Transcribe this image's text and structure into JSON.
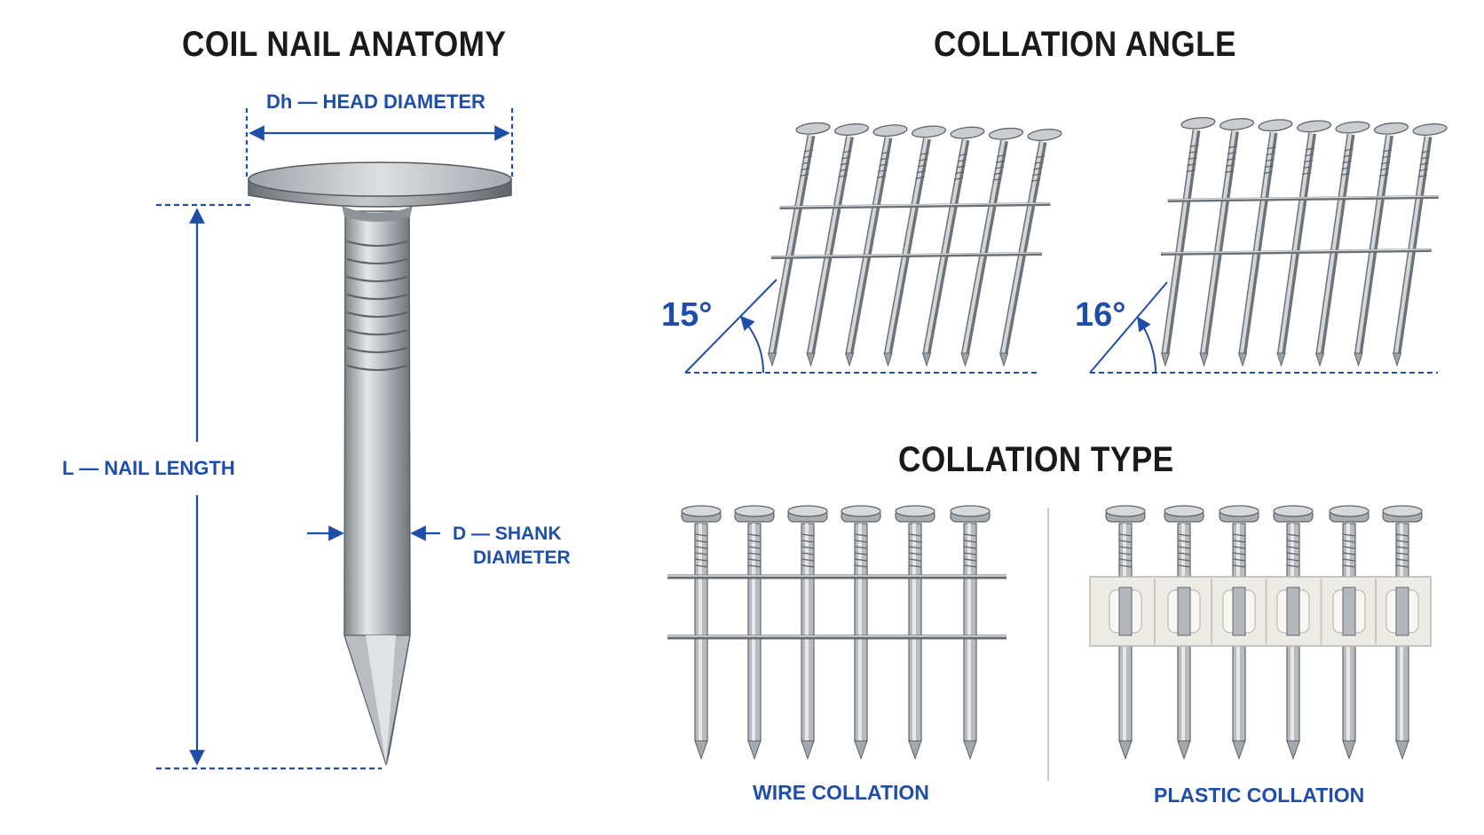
{
  "anatomy": {
    "title": "COIL NAIL ANATOMY",
    "head_diameter_label": "Dh — HEAD DIAMETER",
    "nail_length_label": "L — NAIL LENGTH",
    "shank_diameter_label_line1": "D — SHANK",
    "shank_diameter_label_line2": "DIAMETER"
  },
  "angle": {
    "title": "COLLATION ANGLE",
    "left_angle": "15°",
    "right_angle": "16°"
  },
  "type": {
    "title": "COLLATION TYPE",
    "wire_label": "WIRE COLLATION",
    "plastic_label": "PLASTIC COLLATION"
  },
  "colors": {
    "accent": "#1f4ea8",
    "steel_light": "#d9dcdf",
    "steel_dark": "#7d8287",
    "plastic": "#ecebe6"
  }
}
